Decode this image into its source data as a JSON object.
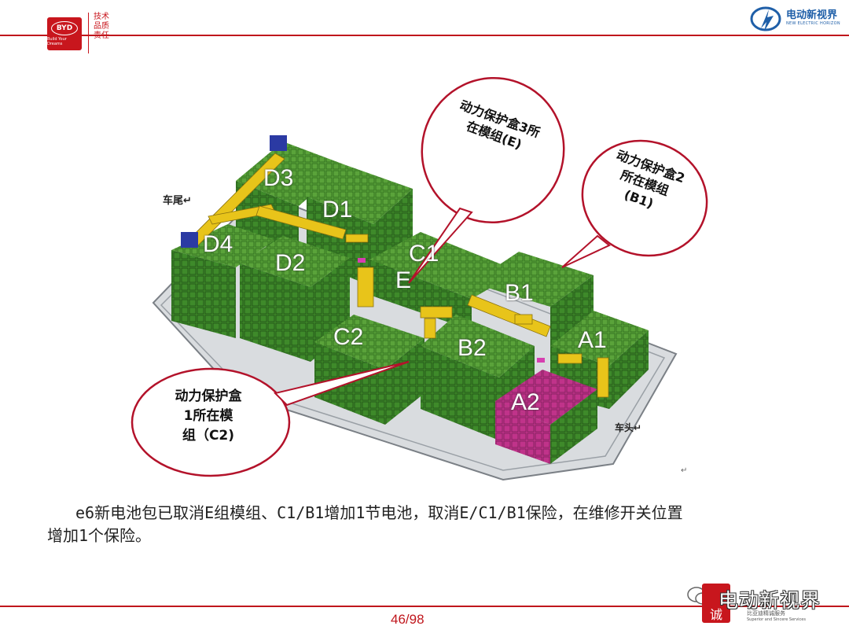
{
  "header": {
    "byd_logo_text": "BYD",
    "byd_logo_sub": "Build Your Dreams",
    "motto": [
      "技术",
      "品质",
      "责任"
    ],
    "brand_name": "电动新视界",
    "brand_english": "NEW ELECTRIC HORIZON"
  },
  "figure": {
    "label_tail": "车尾↵",
    "label_head": "车头↵",
    "modules": [
      "D3",
      "D1",
      "D4",
      "D2",
      "C1",
      "E",
      "B1",
      "C2",
      "B2",
      "A1",
      "A2"
    ],
    "callouts": {
      "e": [
        "动力保护盒3所",
        "在模组(E)"
      ],
      "b1": [
        "动力保护盒2",
        "所在模组",
        "(B1)"
      ],
      "c2": [
        "动力保护盒",
        "1所在模",
        "组（C2)"
      ]
    },
    "colors": {
      "module_green": "#3e8a2a",
      "connector_yellow": "#e8c41a",
      "fuse_magenta": "#c0338a",
      "callout_red": "#b3122a"
    }
  },
  "body": {
    "line1": "e6新电池包已取消E组模组、C1/B1增加1节电池，取消E/C1/B1保险，在维修开关位置",
    "line2": "增加1个保险。"
  },
  "footer": {
    "page": "46/98",
    "watermark": "电动新视界",
    "watermark_seal": "诚",
    "watermark_sub_cn": "比亚迪精诚服务",
    "watermark_sub_en": "Superior and Sincere Services"
  }
}
